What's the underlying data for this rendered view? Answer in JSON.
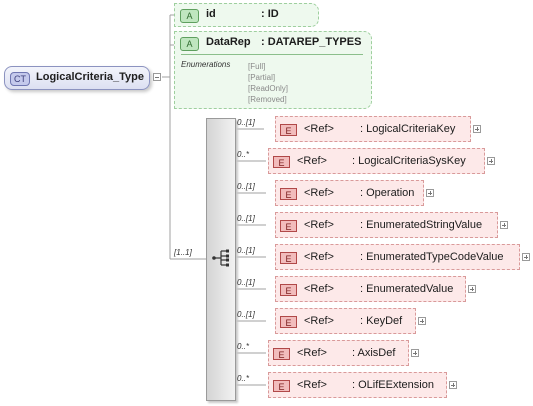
{
  "complex_type": {
    "badge": "CT",
    "name": "LogicalCriteria_Type"
  },
  "attributes": [
    {
      "badge": "A",
      "name": "id",
      "type": ": ID"
    },
    {
      "badge": "A",
      "name": "DataRep",
      "type": ": DATAREP_TYPES"
    }
  ],
  "enumerations": {
    "label": "Enumerations",
    "values": [
      "[Full]",
      "[Partial]",
      "[ReadOnly]",
      "[Removed]"
    ]
  },
  "sequence": {
    "multiplicity": "[1..1]"
  },
  "elements": [
    {
      "badge": "E",
      "ref": "<Ref>",
      "name": ": LogicalCriteriaKey",
      "card": "0..[1]"
    },
    {
      "badge": "E",
      "ref": "<Ref>",
      "name": ": LogicalCriteriaSysKey",
      "card": "0..*"
    },
    {
      "badge": "E",
      "ref": "<Ref>",
      "name": ": Operation",
      "card": "0..[1]"
    },
    {
      "badge": "E",
      "ref": "<Ref>",
      "name": ": EnumeratedStringValue",
      "card": "0..[1]"
    },
    {
      "badge": "E",
      "ref": "<Ref>",
      "name": ": EnumeratedTypeCodeValue",
      "card": "0..[1]"
    },
    {
      "badge": "E",
      "ref": "<Ref>",
      "name": ": EnumeratedValue",
      "card": "0..[1]"
    },
    {
      "badge": "E",
      "ref": "<Ref>",
      "name": ": KeyDef",
      "card": "0..[1]"
    },
    {
      "badge": "E",
      "ref": "<Ref>",
      "name": ": AxisDef",
      "card": "0..*"
    },
    {
      "badge": "E",
      "ref": "<Ref>",
      "name": ": OLifEExtension",
      "card": "0..*"
    }
  ]
}
